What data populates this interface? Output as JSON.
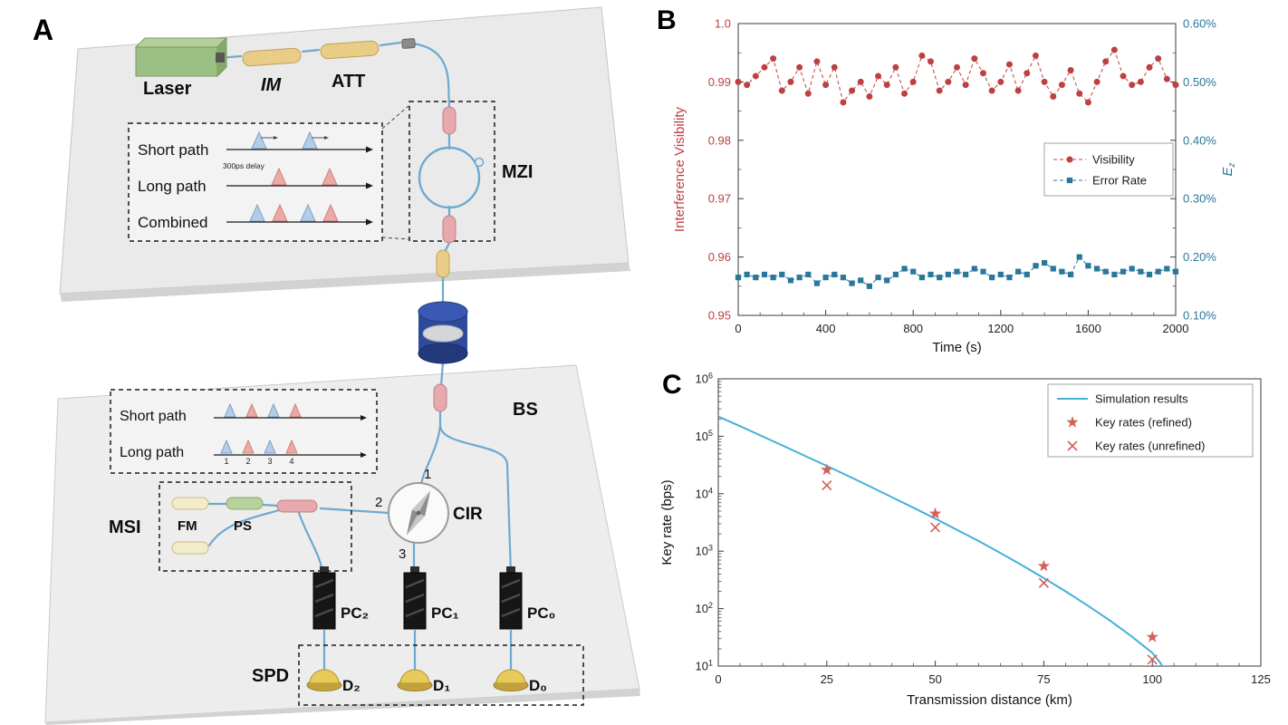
{
  "figure": {
    "a": {
      "label": "A",
      "laser": "Laser",
      "im": "IM",
      "att": "ATT",
      "mzi": "MZI",
      "bs": "BS",
      "msi": "MSI",
      "fm": "FM",
      "ps": "PS",
      "cir": "CIR",
      "port1": "1",
      "port2": "2",
      "port3": "3",
      "pc2": "PC₂",
      "pc1": "PC₁",
      "pc0": "PC₀",
      "spd": "SPD",
      "d2": "D₂",
      "d1": "D₁",
      "d0": "D₀",
      "inset1": {
        "short": "Short path",
        "long": "Long path",
        "combined": "Combined",
        "delay": "300ps delay"
      },
      "inset2": {
        "short": "Short path",
        "long": "Long path",
        "numbers": [
          "1",
          "2",
          "3",
          "4"
        ]
      }
    },
    "b": {
      "label": "B"
    },
    "c": {
      "label": "C"
    }
  },
  "chart_data": [
    {
      "id": "panel_b",
      "type": "line",
      "xlabel": "Time (s)",
      "ylabel_left": "Interference Visibility",
      "ylabel_right": "E_z",
      "xlim": [
        0,
        2000
      ],
      "xticks": [
        0,
        400,
        800,
        1200,
        1600,
        2000
      ],
      "ylim_left": [
        0.95,
        1.0
      ],
      "yticks_left": [
        0.95,
        0.96,
        0.97,
        0.98,
        0.99,
        1.0
      ],
      "ytick_labels_left": [
        "0.95",
        "0.96",
        "0.97",
        "0.98",
        "0.99",
        "1.0"
      ],
      "ylim_right": [
        0.1,
        0.6
      ],
      "yticks_right": [
        0.1,
        0.2,
        0.3,
        0.4,
        0.5,
        0.6
      ],
      "ytick_labels_right": [
        "0.10%",
        "0.20%",
        "0.30%",
        "0.40%",
        "0.50%",
        "0.60%"
      ],
      "legend": [
        "Visibility",
        "Error Rate"
      ],
      "legend_position": "center-right",
      "grid": false,
      "colors": {
        "visibility": "#bf4040",
        "error_rate": "#29789c"
      },
      "series": [
        {
          "name": "Visibility",
          "axis": "left",
          "marker": "circle",
          "x_start": 0,
          "x_step": 40,
          "values": [
            0.99,
            0.9895,
            0.991,
            0.9925,
            0.994,
            0.9885,
            0.99,
            0.9925,
            0.988,
            0.9935,
            0.9895,
            0.9925,
            0.9865,
            0.9885,
            0.99,
            0.9875,
            0.991,
            0.9895,
            0.9925,
            0.988,
            0.99,
            0.9945,
            0.9935,
            0.9885,
            0.99,
            0.9925,
            0.9895,
            0.994,
            0.9915,
            0.9885,
            0.99,
            0.993,
            0.9885,
            0.9915,
            0.9945,
            0.99,
            0.9875,
            0.9895,
            0.992,
            0.988,
            0.9865,
            0.99,
            0.9935,
            0.9955,
            0.991,
            0.9895,
            0.99,
            0.9925,
            0.994,
            0.9905,
            0.9895
          ]
        },
        {
          "name": "Error Rate",
          "axis": "right",
          "marker": "square",
          "x_start": 0,
          "x_step": 40,
          "values": [
            0.165,
            0.17,
            0.165,
            0.17,
            0.165,
            0.17,
            0.16,
            0.165,
            0.17,
            0.155,
            0.165,
            0.17,
            0.165,
            0.155,
            0.16,
            0.15,
            0.165,
            0.16,
            0.17,
            0.18,
            0.175,
            0.165,
            0.17,
            0.165,
            0.17,
            0.175,
            0.17,
            0.18,
            0.175,
            0.165,
            0.17,
            0.165,
            0.175,
            0.17,
            0.185,
            0.19,
            0.18,
            0.175,
            0.17,
            0.2,
            0.185,
            0.18,
            0.175,
            0.17,
            0.175,
            0.18,
            0.175,
            0.17,
            0.175,
            0.18,
            0.175
          ]
        }
      ]
    },
    {
      "id": "panel_c",
      "type": "line+scatter",
      "xlabel": "Transmission distance (km)",
      "ylabel": "Key rate (bps)",
      "xlim": [
        0,
        125
      ],
      "xticks": [
        0,
        25,
        50,
        75,
        100,
        125
      ],
      "yscale": "log",
      "ylog_exponents": [
        1,
        2,
        3,
        4,
        5,
        6
      ],
      "legend": [
        "Simulation results",
        "Key rates (refined)",
        "Key rates (unrefined)"
      ],
      "legend_position": "top-right",
      "grid": false,
      "colors": {
        "simulation": "#45b0d8",
        "points": "#d4605a"
      },
      "simulation": {
        "x": [
          0,
          5,
          10,
          15,
          20,
          25,
          30,
          35,
          40,
          45,
          50,
          55,
          60,
          65,
          70,
          75,
          80,
          85,
          90,
          95,
          100,
          102,
          104,
          105,
          106
        ],
        "y": [
          220000,
          150000,
          101000,
          68000,
          45500,
          30500,
          20200,
          13300,
          8700,
          5700,
          3700,
          2350,
          1500,
          930,
          570,
          340,
          200,
          115,
          64,
          34,
          17,
          11,
          6,
          4,
          2.5
        ]
      },
      "refined": {
        "x": [
          25,
          50,
          75,
          100
        ],
        "y": [
          26000,
          4500,
          550,
          32
        ]
      },
      "unrefined": {
        "x": [
          25,
          50,
          75,
          100
        ],
        "y": [
          14000,
          2600,
          280,
          13
        ]
      }
    }
  ]
}
